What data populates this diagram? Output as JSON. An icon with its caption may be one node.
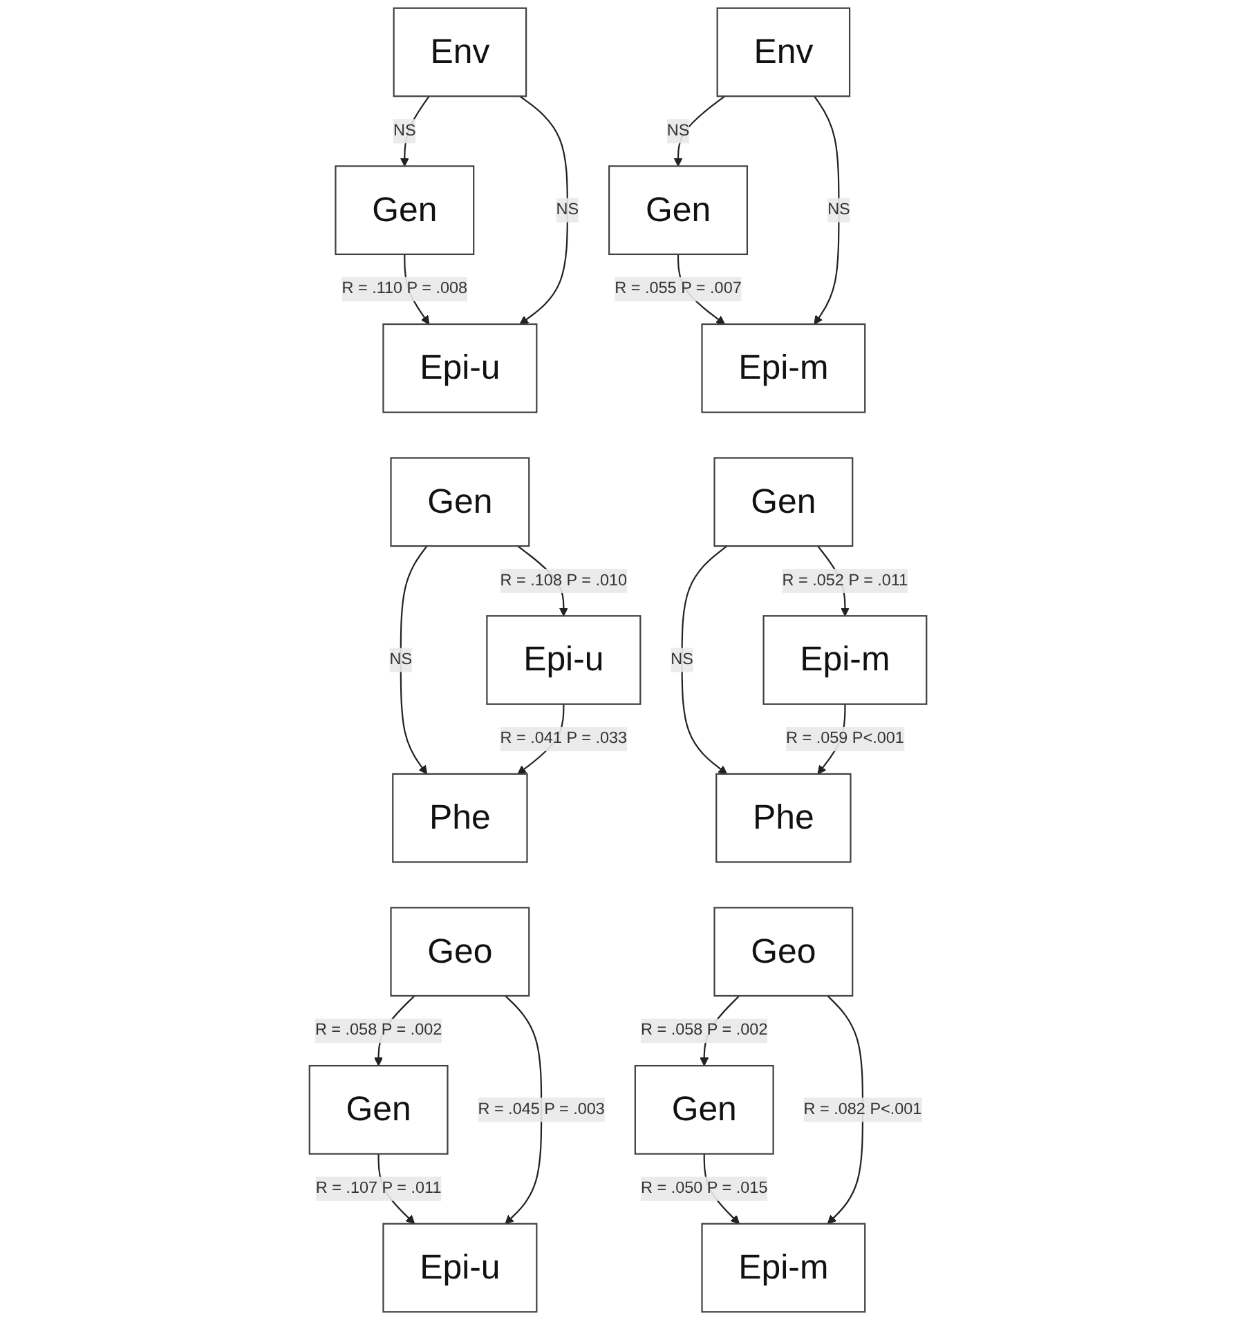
{
  "diagram": {
    "nodes": [
      {
        "text": [
          "Gen"
        ]
      },
      {
        "text": [
          "Epi-u"
        ]
      },
      {
        "text": [
          "Env"
        ]
      },
      {
        "text": [
          "Gen"
        ]
      },
      {
        "text": [
          "Epi-m"
        ]
      },
      {
        "text": [
          "Env"
        ]
      },
      {
        "text": [
          "Gen"
        ]
      },
      {
        "text": [
          "Epi-u"
        ]
      },
      {
        "text": [
          "Phe"
        ]
      },
      {
        "text": [
          "Gen"
        ]
      },
      {
        "text": [
          "Epi-m"
        ]
      },
      {
        "text": [
          "Phe"
        ]
      },
      {
        "text": [
          "Gen"
        ]
      },
      {
        "text": [
          "Epi-u"
        ]
      },
      {
        "text": [
          "Geo"
        ]
      },
      {
        "text": [
          "Gen"
        ]
      },
      {
        "text": [
          "Epi-m"
        ]
      },
      {
        "text": [
          "Geo"
        ]
      }
    ],
    "edges": [
      {
        "from": 0,
        "to": 1,
        "arrow": "to",
        "label": "R = .110 P = .008"
      },
      {
        "from": 2,
        "to": 0,
        "arrow": "to",
        "label": "NS"
      },
      {
        "from": 2,
        "to": 1,
        "arrow": "to",
        "label": "NS"
      },
      {
        "from": 3,
        "to": 4,
        "arrow": "to",
        "label": "R = .055 P = .007"
      },
      {
        "from": 5,
        "to": 3,
        "arrow": "to",
        "label": "NS"
      },
      {
        "from": 5,
        "to": 4,
        "arrow": "to",
        "label": "NS"
      },
      {
        "from": 6,
        "to": 7,
        "arrow": "to",
        "label": "R = .108 P = .010"
      },
      {
        "from": 6,
        "to": 8,
        "arrow": "to",
        "label": "NS"
      },
      {
        "from": 7,
        "to": 8,
        "arrow": "to",
        "label": "R = .041 P = .033"
      },
      {
        "from": 9,
        "to": 10,
        "arrow": "to",
        "label": "R = .052 P = .011"
      },
      {
        "from": 9,
        "to": 11,
        "arrow": "to",
        "label": "NS"
      },
      {
        "from": 10,
        "to": 11,
        "arrow": "to",
        "label": "R = .059 P<.001"
      },
      {
        "from": 12,
        "to": 13,
        "arrow": "to",
        "label": "R = .107 P = .011"
      },
      {
        "from": 14,
        "to": 12,
        "arrow": "to",
        "label": "R = .058 P = .002"
      },
      {
        "from": 14,
        "to": 13,
        "arrow": "to",
        "label": "R = .045 P = .003"
      },
      {
        "from": 15,
        "to": 16,
        "arrow": "to",
        "label": "R = .050 P = .015"
      },
      {
        "from": 17,
        "to": 15,
        "arrow": "to",
        "label": "R = .058 P = .002"
      },
      {
        "from": 17,
        "to": 16,
        "arrow": "to",
        "label": "R = .082 P<.001"
      }
    ]
  }
}
